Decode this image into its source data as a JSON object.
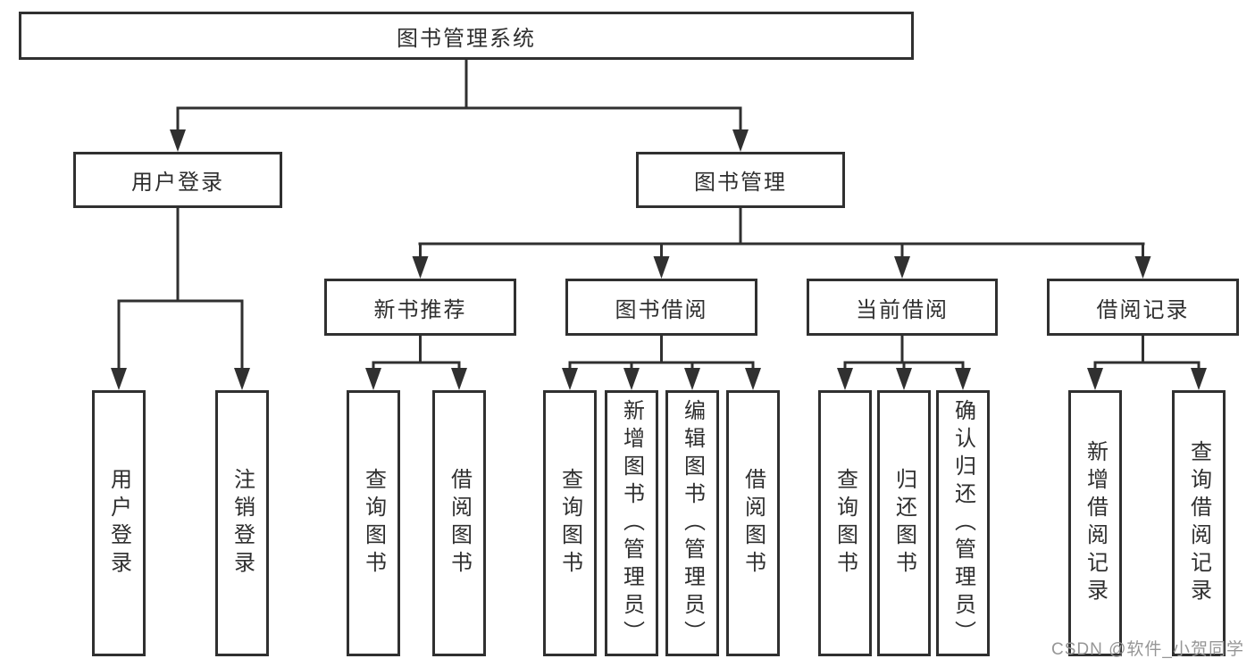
{
  "colors": {
    "line": "#303030",
    "text": "#2f2f2f",
    "watermark": "#969696",
    "background": "#ffffff"
  },
  "diagram": {
    "root": {
      "label": "图书管理系统"
    },
    "level2": {
      "user_login": {
        "label": "用户登录"
      },
      "book_management": {
        "label": "图书管理"
      }
    },
    "level3": {
      "new_book_recommend": {
        "label": "新书推荐"
      },
      "book_borrow": {
        "label": "图书借阅"
      },
      "current_borrow": {
        "label": "当前借阅"
      },
      "borrow_record": {
        "label": "借阅记录"
      }
    },
    "leaves": {
      "user_login": [
        "用户登录",
        "注销登录"
      ],
      "new_book_recommend": [
        "查询图书",
        "借阅图书"
      ],
      "book_borrow": [
        "查询图书",
        "新增图书（管理员）",
        "编辑图书（管理员）",
        "借阅图书"
      ],
      "current_borrow": [
        "查询图书",
        "归还图书",
        "确认归还（管理员）"
      ],
      "borrow_record": [
        "新增借阅记录",
        "查询借阅记录"
      ]
    }
  },
  "watermark": {
    "text": "CSDN @软件_小贺同学"
  }
}
